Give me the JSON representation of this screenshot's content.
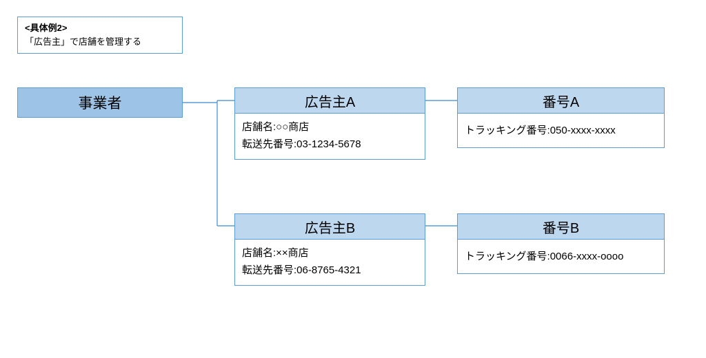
{
  "colors": {
    "border": "#5B9BD5",
    "header_fill": "#BDD7EE",
    "root_fill": "#9DC3E6",
    "line": "#5B9BD5"
  },
  "note": {
    "line1": "<具体例2>",
    "line2": "「広告主」で店舗を管理する"
  },
  "root": {
    "label": "事業者"
  },
  "advertisers": [
    {
      "title": "広告主A",
      "lines": [
        "店舗名:○○商店",
        "転送先番号:03-1234-5678"
      ],
      "number": {
        "title": "番号A",
        "line": "トラッキング番号:050-xxxx-xxxx"
      }
    },
    {
      "title": "広告主B",
      "lines": [
        "店舗名:××商店",
        "転送先番号:06-8765-4321"
      ],
      "number": {
        "title": "番号B",
        "line": "トラッキング番号:0066-xxxx-oooo"
      }
    }
  ]
}
